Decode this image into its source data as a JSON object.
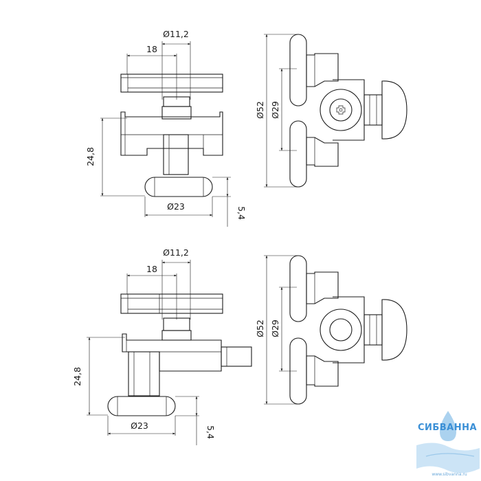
{
  "drawings": [
    {
      "side_view": {
        "dims": {
          "shaft_diameter": "Ø11,2",
          "offset": "18",
          "height": "24,8",
          "wheel_diameter": "Ø23",
          "wheel_thickness": "5,4"
        }
      },
      "front_view": {
        "dims": {
          "outer_diameter": "Ø52",
          "inner_diameter": "Ø29"
        }
      }
    },
    {
      "side_view": {
        "dims": {
          "shaft_diameter": "Ø11,2",
          "offset": "18",
          "height": "24,8",
          "wheel_diameter": "Ø23",
          "wheel_thickness": "5,4"
        }
      },
      "front_view": {
        "dims": {
          "outer_diameter": "Ø52",
          "inner_diameter": "Ø29"
        }
      }
    }
  ],
  "watermark": {
    "brand": "СИБВАННА",
    "url": "www.sibvanna.ru",
    "colors": {
      "brand": "#3a8fd6",
      "drop": "#8fc3ea"
    }
  }
}
